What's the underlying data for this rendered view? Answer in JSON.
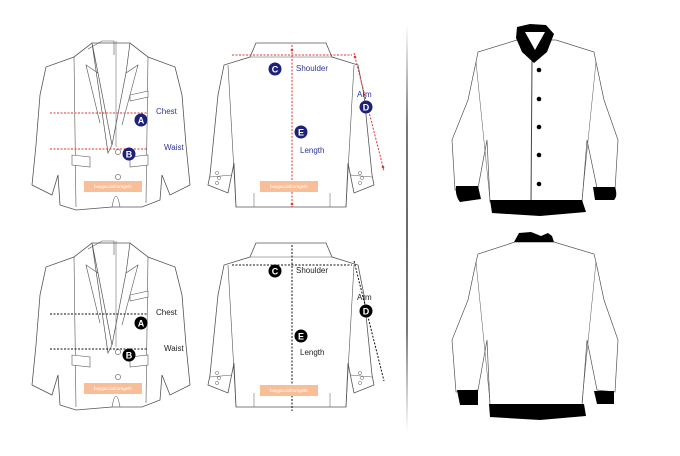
{
  "colors": {
    "outline": "#555555",
    "top_accent_line": "#e0342c",
    "top_badge": "#1d2177",
    "top_label": "#2e3592",
    "bottom_accent_line": "#111111",
    "bottom_badge": "#000000",
    "bottom_label": "#222222",
    "watermark_bg": "#f7be97",
    "bomber_trim": "#000000",
    "divider": "#6a6a6a"
  },
  "panels": {
    "top_front": {
      "labels": {
        "chest": "Chest",
        "waist": "Waist"
      },
      "badges": {
        "chest": "A",
        "waist": "B"
      },
      "watermark": "buyguccisfromgeth"
    },
    "top_back": {
      "labels": {
        "shoulder": "Shoulder",
        "arm": "Arm",
        "length": "Length"
      },
      "badges": {
        "shoulder": "C",
        "arm": "D",
        "length": "E"
      },
      "watermark": "buyguccisfromgeth"
    },
    "bottom_front": {
      "labels": {
        "chest": "Chest",
        "waist": "Waist"
      },
      "badges": {
        "chest": "A",
        "waist": "B"
      },
      "watermark": "buyguccisfromgeth"
    },
    "bottom_back": {
      "labels": {
        "shoulder": "Shoulder",
        "arm": "Arm",
        "length": "Length"
      },
      "badges": {
        "shoulder": "C",
        "arm": "D",
        "length": "E"
      },
      "watermark": "buyguccisfromgeth"
    }
  },
  "bomber": {
    "front": {
      "button_count": 5
    },
    "back": {}
  }
}
